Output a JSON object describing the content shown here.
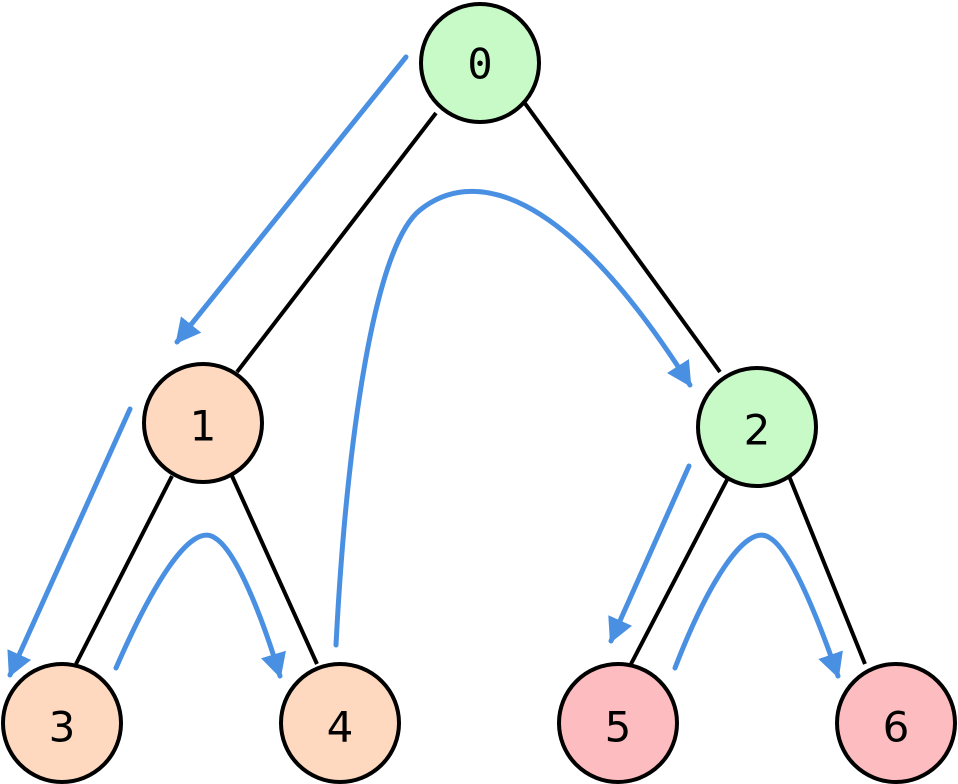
{
  "tree": {
    "arrow_color": "#4a90e2",
    "group_colors": {
      "green": "#c8fac8",
      "orange": "#fed9bf",
      "pink": "#fdbcbf"
    },
    "nodes": [
      {
        "id": "node-0",
        "label": "0",
        "group": "green"
      },
      {
        "id": "node-1",
        "label": "1",
        "group": "orange"
      },
      {
        "id": "node-2",
        "label": "2",
        "group": "green"
      },
      {
        "id": "node-3",
        "label": "3",
        "group": "orange"
      },
      {
        "id": "node-4",
        "label": "4",
        "group": "orange"
      },
      {
        "id": "node-5",
        "label": "5",
        "group": "pink"
      },
      {
        "id": "node-6",
        "label": "6",
        "group": "pink"
      }
    ],
    "edges": [
      {
        "from": "0",
        "to": "1"
      },
      {
        "from": "0",
        "to": "2"
      },
      {
        "from": "1",
        "to": "3"
      },
      {
        "from": "1",
        "to": "4"
      },
      {
        "from": "2",
        "to": "5"
      },
      {
        "from": "2",
        "to": "6"
      }
    ],
    "traversal_arrows": [
      {
        "from": "0",
        "to": "1"
      },
      {
        "from": "1",
        "to": "3"
      },
      {
        "from": "3",
        "to": "4"
      },
      {
        "from": "4",
        "to": "2"
      },
      {
        "from": "2",
        "to": "5"
      },
      {
        "from": "5",
        "to": "6"
      }
    ]
  }
}
